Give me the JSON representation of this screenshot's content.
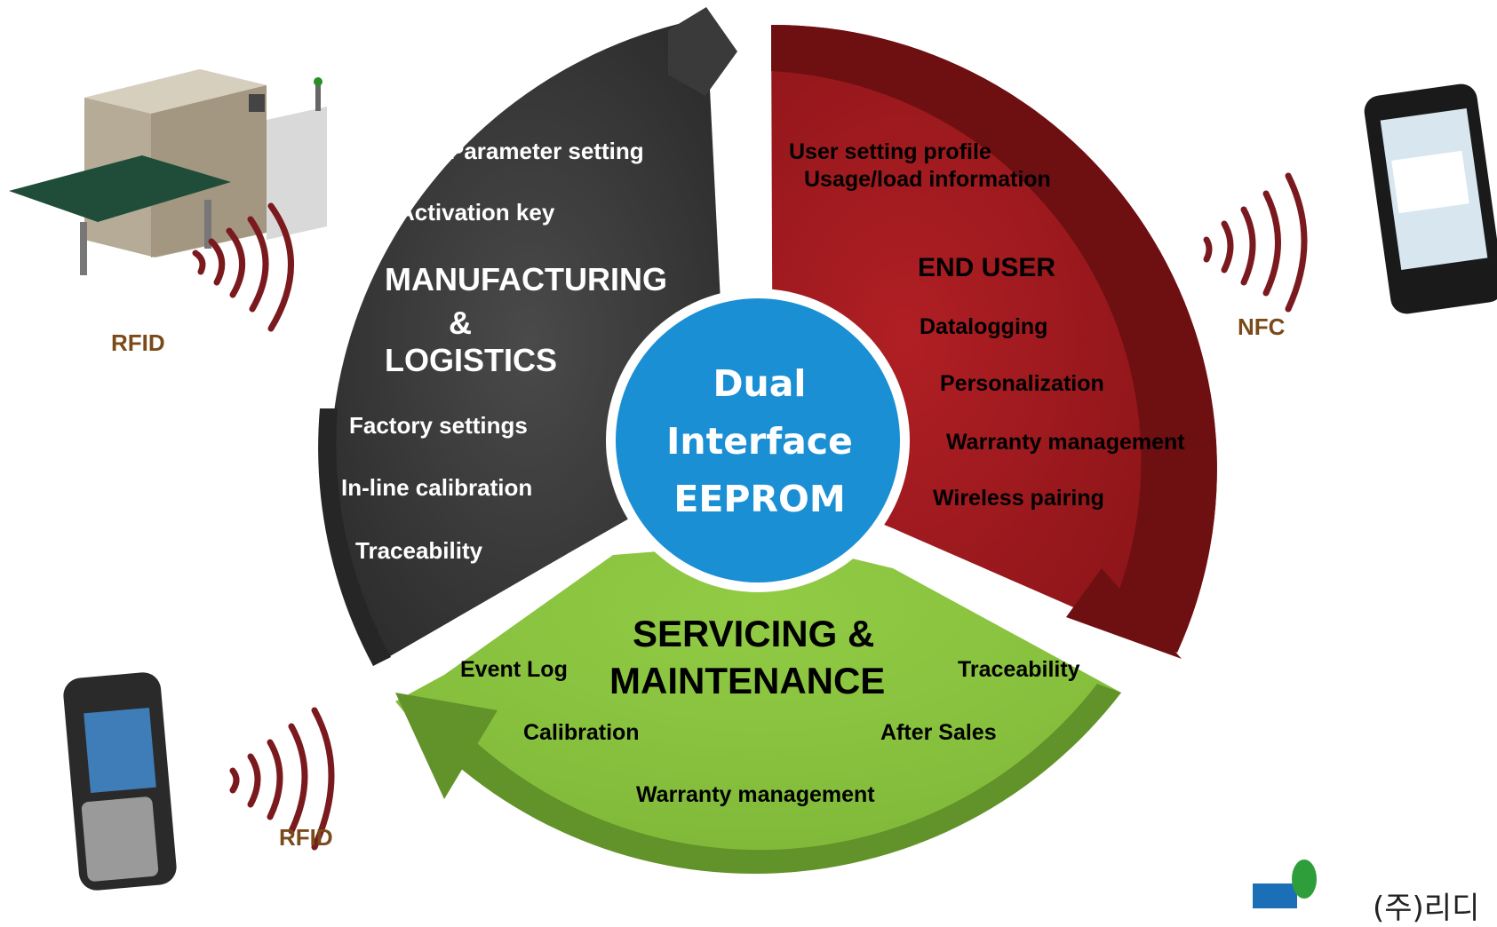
{
  "center": {
    "line1": "Dual",
    "line2": "Interface",
    "line3": "EEPROM"
  },
  "manufacturing": {
    "title_line1": "MANUFACTURING",
    "title_line2": "&",
    "title_line3": "LOGISTICS",
    "items": [
      "Parameter setting",
      "Activation key",
      "Factory settings",
      "In-line calibration",
      "Traceability"
    ],
    "color": "#3d3d3d"
  },
  "end_user": {
    "title": "END USER",
    "items": [
      "User setting profile",
      "Usage/load information",
      "Datalogging",
      "Personalization",
      "Warranty management",
      "Wireless pairing"
    ],
    "color": "#9b1a1e"
  },
  "servicing": {
    "title_line1": "SERVICING &",
    "title_line2": "MAINTENANCE",
    "items": [
      "Event Log",
      "Traceability",
      "Calibration",
      "After Sales",
      "Warranty management"
    ],
    "color": "#8cc63f"
  },
  "protocols": {
    "top_left": "RFID",
    "right": "NFC",
    "bottom_left": "RFID"
  },
  "logo": {
    "text": "(주)리디"
  },
  "icons": [
    "conveyor-machine-image",
    "smartphone-image",
    "handheld-scanner-image",
    "wireless-signal-icon"
  ]
}
